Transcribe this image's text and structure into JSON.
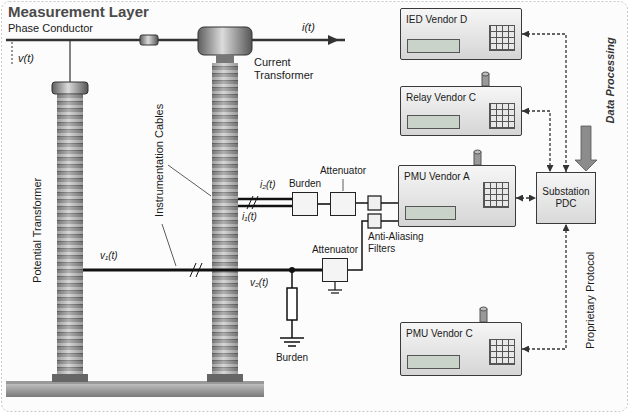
{
  "diagram": {
    "title": "Measurement Layer",
    "nodes": [
      {
        "text": [
          "IED Vendor D"
        ]
      },
      {
        "text": [
          "Relay Vendor C"
        ]
      },
      {
        "text": [
          "Burden"
        ]
      },
      {
        "text": [
          "Attenuator"
        ]
      },
      {
        "text": [
          "PMU Vendor A"
        ]
      },
      {
        "text": [
          "Substation PDC"
        ]
      },
      {
        "text": [
          "Attenuator"
        ]
      },
      {
        "text": [
          "PMU Vendor C"
        ]
      }
    ],
    "edges": [
      {
        "from": 2,
        "to": 3,
        "arrow": "none"
      },
      {
        "from": 0,
        "to": 5,
        "arrow": "both"
      },
      {
        "from": 1,
        "to": 5,
        "arrow": "both"
      },
      {
        "from": 4,
        "to": 5,
        "arrow": "both"
      },
      {
        "from": 7,
        "to": 5,
        "arrow": "both"
      }
    ],
    "labels": [
      "Phase Conductor",
      "i(t)",
      "v(t)",
      "Current Transformer",
      "Potential Transformer",
      "Instrumentation Cables",
      "i₁(t)",
      "i₂(t)",
      "Anti-Aliasing Filters",
      "v₁(t)",
      "v₂(t)",
      "Burden",
      "Data Processing",
      "Proprietary Protocol"
    ]
  }
}
